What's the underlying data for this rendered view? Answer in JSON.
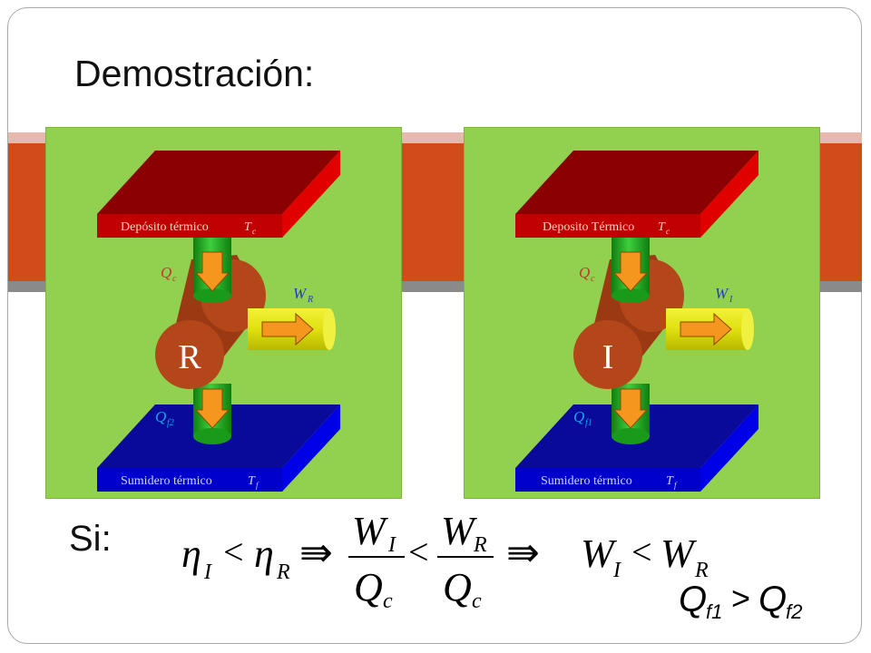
{
  "slide": {
    "title": "Demostración:",
    "si_label": "Si:"
  },
  "diagram_r": {
    "hot_label": "Depósito térmico",
    "hot_temp": "T",
    "hot_temp_sub": "c",
    "cold_label": "Sumidero térmico",
    "cold_temp": "T",
    "cold_temp_sub": "f",
    "engine_letter": "R",
    "heat_in": "Q",
    "heat_in_sub": "c",
    "work": "W",
    "work_sub": "R",
    "heat_out": "Q",
    "heat_out_sub": "f2"
  },
  "diagram_i": {
    "hot_label": "Deposito Térmico",
    "hot_temp": "T",
    "hot_temp_sub": "c",
    "cold_label": "Sumidero térmico",
    "cold_temp": "T",
    "cold_temp_sub": "f",
    "engine_letter": "I",
    "heat_in": "Q",
    "heat_in_sub": "c",
    "work": "W",
    "work_sub": "I",
    "heat_out": "Q",
    "heat_out_sub": "f1"
  },
  "equation": {
    "eta": "η",
    "sub_i": "I",
    "sub_r": "R",
    "lt": "<",
    "gt": ">",
    "implies": "⇛",
    "w": "W",
    "q": "Q",
    "sub_c": "c",
    "sub_f1": "f1",
    "sub_f2": "f2"
  },
  "colors": {
    "panel_bg": "#92d050",
    "hot_reservoir": "#c00000",
    "cold_reservoir": "#0000cc",
    "engine": "#b3471a",
    "pipe": "#1fae1f",
    "work_cylinder": "#e8e81a",
    "arrow": "#f5961e",
    "band_orange": "#d24b1b"
  }
}
